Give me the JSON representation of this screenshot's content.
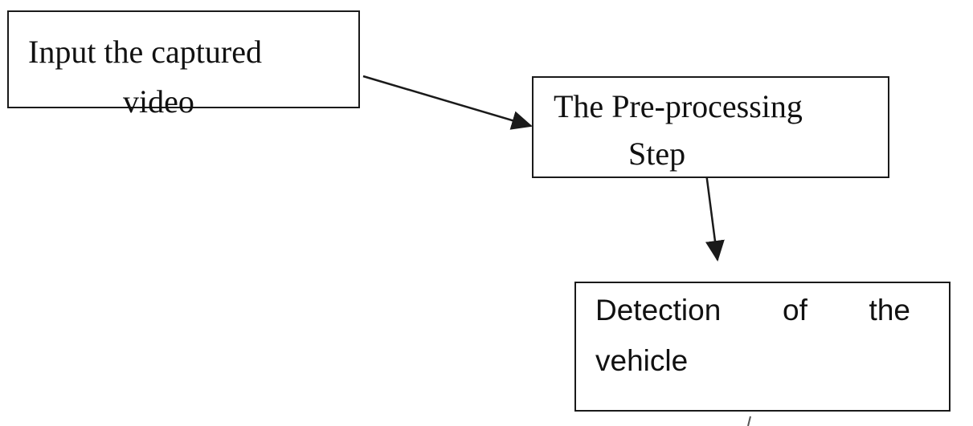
{
  "diagram": {
    "nodes": [
      {
        "id": "input",
        "lines": [
          "Input the captured",
          "video"
        ]
      },
      {
        "id": "preprocessing",
        "lines": [
          "The Pre-processing",
          "Step"
        ]
      },
      {
        "id": "detection",
        "line1_words": [
          "Detection",
          "of",
          "the"
        ],
        "line2": "vehicle"
      }
    ],
    "edges": [
      {
        "from": "input",
        "to": "preprocessing"
      },
      {
        "from": "preprocessing",
        "to": "detection"
      }
    ],
    "colors": {
      "stroke": "#1a1a1a",
      "text": "#111111",
      "background": "#ffffff"
    }
  }
}
